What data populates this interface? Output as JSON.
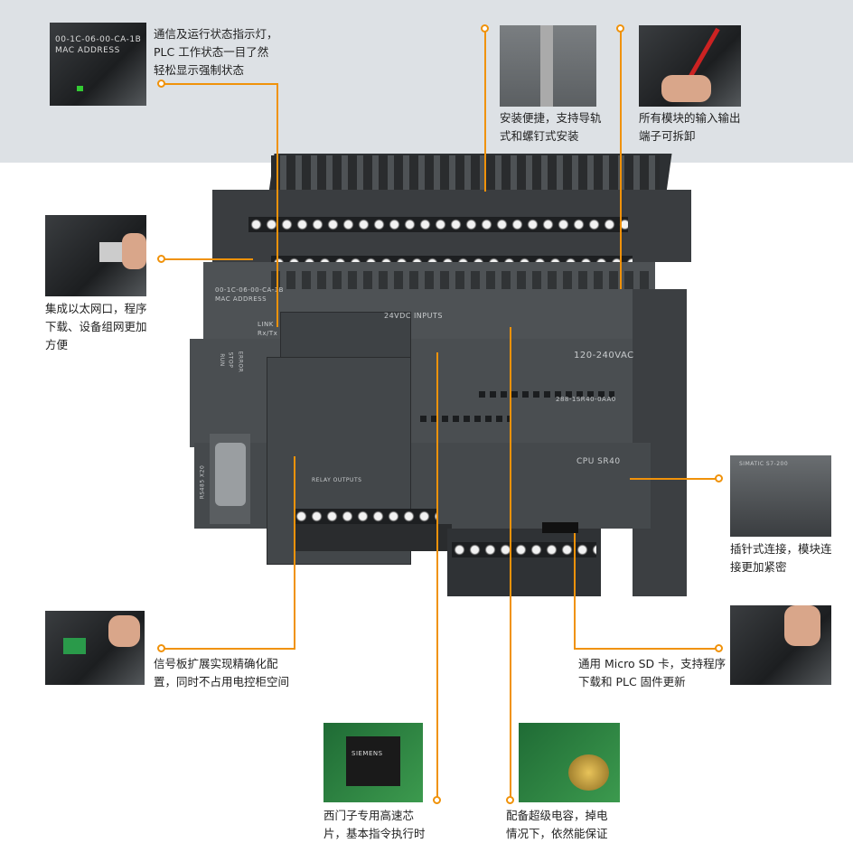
{
  "callouts": {
    "status_led": [
      "通信及运行状态指示灯，",
      "PLC 工作状态一目了然",
      "轻松显示强制状态"
    ],
    "mounting": [
      "安装便捷，支持导轨",
      "式和螺钉式安装"
    ],
    "terminals": [
      "所有模块的输入输出",
      "端子可拆卸"
    ],
    "ethernet": [
      "集成以太网口，程序",
      "下载、设备组网更加",
      "方便"
    ],
    "pin_connect": [
      "插针式连接，模块连",
      "接更加紧密"
    ],
    "signal_board": [
      "信号板扩展实现精确化配",
      "置，同时不占用电控柜空间"
    ],
    "micro_sd": [
      "通用 Micro SD 卡，支持程序",
      "下载和 PLC 固件更新"
    ],
    "chip": [
      "西门子专用高速芯",
      "片，基本指令执行时"
    ],
    "supercap": [
      "配备超级电容，掉电",
      "情况下，依然能保证"
    ]
  },
  "device": {
    "model": "CPU SR40",
    "order_no": "288-1SR40-0AA0",
    "inputs_label": "24VDC INPUTS",
    "power_label": "120-240VAC",
    "relay_label": "RELAY OUTPUTS",
    "port_label": "RS485 X20",
    "mac_label": "MAC ADDRESS",
    "mac": "00-1C-06-00-CA-1B",
    "link_label": "LINK",
    "rxtx_label": "Rx/Tx",
    "status_labels": [
      "RUN",
      "STOP",
      "ERROR"
    ],
    "chip_brand": "SIEMENS",
    "thumb_brand": "SIMATIC S7-200"
  },
  "colors": {
    "accent": "#f0920a",
    "band": "#dde1e5",
    "device": "#4a4e51"
  }
}
